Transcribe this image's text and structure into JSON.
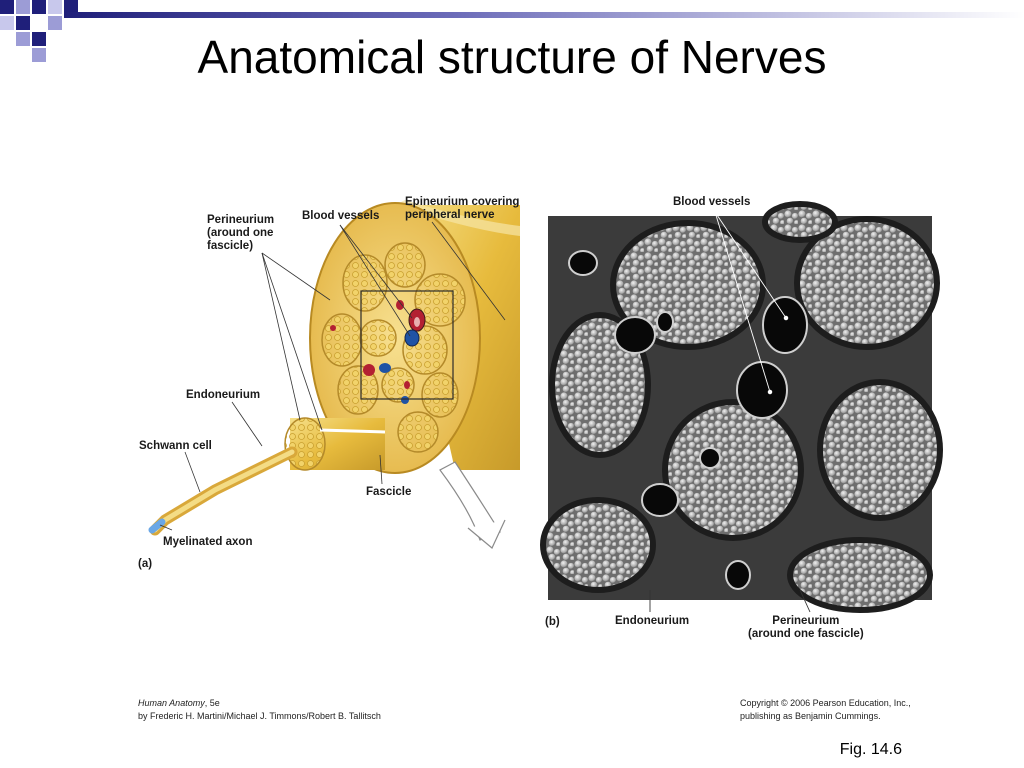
{
  "slide": {
    "title": "Anatomical structure of Nerves",
    "fig_label": "Fig. 14.6"
  },
  "panel_a": {
    "panel_letter": "(a)",
    "labels": {
      "perineurium": "Perineurium\n(around one\nfascicle)",
      "blood_vessels": "Blood vessels",
      "epineurium": "Epineurium covering\nperipheral nerve",
      "endoneurium": "Endoneurium",
      "schwann_cell": "Schwann cell",
      "fascicle": "Fascicle",
      "myelinated_axon": "Myelinated axon"
    }
  },
  "panel_b": {
    "panel_letter": "(b)",
    "labels": {
      "blood_vessels": "Blood vessels",
      "endoneurium": "Endoneurium",
      "perineurium": "Perineurium\n(around one fascicle)"
    }
  },
  "credits": {
    "book_title": "Human Anatomy",
    "edition": ", 5e",
    "authors": "by Frederic H. Martini/Michael J. Timmons/Robert B. Tallitsch",
    "copyright_line1": "Copyright © 2006 Pearson Education, Inc.,",
    "copyright_line2": "publishing as Benjamin Cummings."
  },
  "colors": {
    "accent_navy": "#1f1f7a",
    "accent_light": "#8f8fd0",
    "nerve_yellow": "#f1cf54",
    "nerve_dark": "#c89a23",
    "micrograph_bg": "#2e2e2e"
  }
}
